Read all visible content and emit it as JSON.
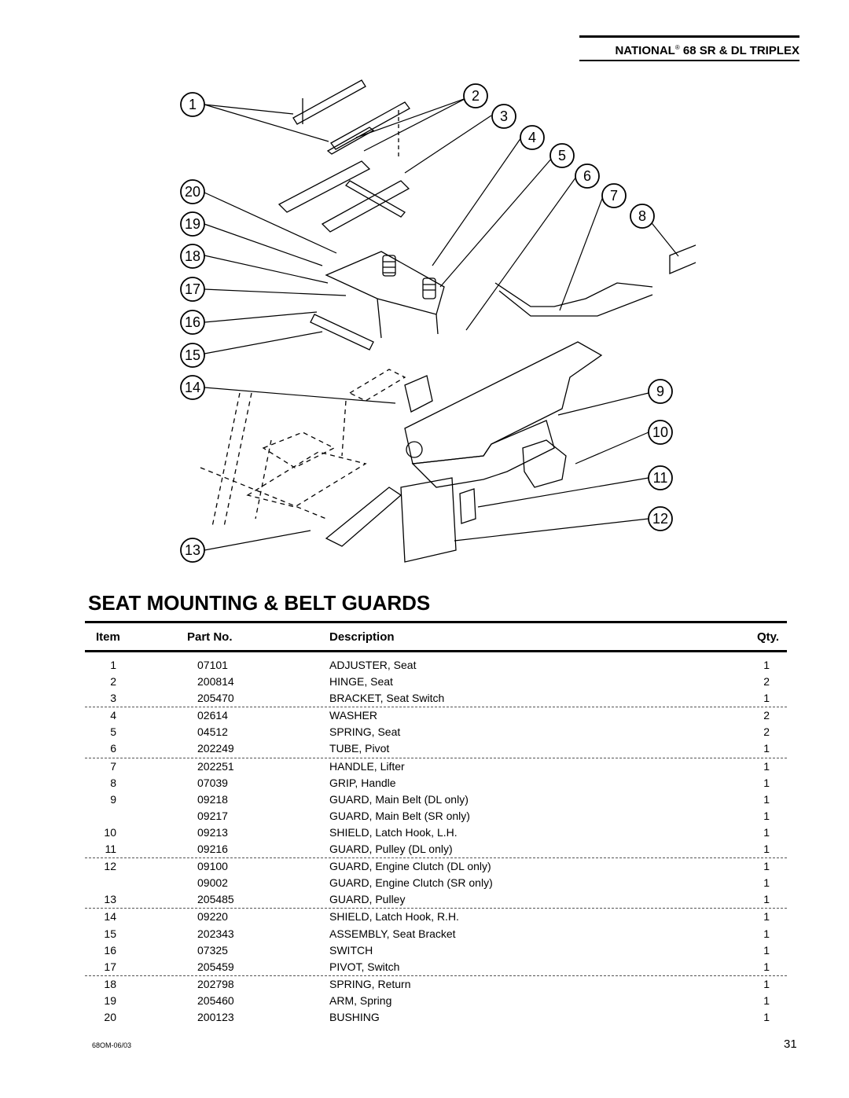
{
  "header": {
    "brand": "NATIONAL",
    "reg_mark": "®",
    "model": "68 SR & DL TRIPLEX"
  },
  "section_title": "SEAT MOUNTING & BELT GUARDS",
  "table": {
    "columns": [
      "Item",
      "Part No.",
      "Description",
      "Qty."
    ],
    "rows": [
      {
        "item": "1",
        "part": "07101",
        "desc": "ADJUSTER, Seat",
        "qty": "1"
      },
      {
        "item": "2",
        "part": "200814",
        "desc": "HINGE,  Seat",
        "qty": "2"
      },
      {
        "item": "3",
        "part": "205470",
        "desc": "BRACKET, Seat Switch",
        "qty": "1"
      },
      {
        "item": "4",
        "part": "02614",
        "desc": "WASHER",
        "qty": "2"
      },
      {
        "item": "5",
        "part": "04512",
        "desc": "SPRING, Seat",
        "qty": "2"
      },
      {
        "item": "6",
        "part": "202249",
        "desc": "TUBE, Pivot",
        "qty": "1"
      },
      {
        "item": "7",
        "part": "202251",
        "desc": "HANDLE, Lifter",
        "qty": "1"
      },
      {
        "item": "8",
        "part": "07039",
        "desc": "GRIP, Handle",
        "qty": "1"
      },
      {
        "item": "9",
        "part": "09218",
        "desc": "GUARD, Main Belt (DL only)",
        "qty": "1"
      },
      {
        "item": "",
        "part": "09217",
        "desc": "GUARD, Main Belt (SR only)",
        "qty": "1"
      },
      {
        "item": "10",
        "part": "09213",
        "desc": "SHIELD, Latch Hook, L.H.",
        "qty": "1"
      },
      {
        "item": "11",
        "part": "09216",
        "desc": "GUARD, Pulley (DL only)",
        "qty": "1"
      },
      {
        "item": "12",
        "part": "09100",
        "desc": "GUARD, Engine Clutch (DL only)",
        "qty": "1"
      },
      {
        "item": "",
        "part": "09002",
        "desc": "GUARD, Engine Clutch (SR only)",
        "qty": "1"
      },
      {
        "item": "13",
        "part": "205485",
        "desc": "GUARD, Pulley",
        "qty": "1"
      },
      {
        "item": "14",
        "part": "09220",
        "desc": "SHIELD, Latch Hook, R.H.",
        "qty": "1"
      },
      {
        "item": "15",
        "part": "202343",
        "desc": "ASSEMBLY, Seat Bracket",
        "qty": "1"
      },
      {
        "item": "16",
        "part": "07325",
        "desc": "SWITCH",
        "qty": "1"
      },
      {
        "item": "17",
        "part": "205459",
        "desc": "PIVOT, Switch",
        "qty": "1"
      },
      {
        "item": "18",
        "part": "202798",
        "desc": "SPRING, Return",
        "qty": "1"
      },
      {
        "item": "19",
        "part": "205460",
        "desc": "ARM, Spring",
        "qty": "1"
      },
      {
        "item": "20",
        "part": "200123",
        "desc": "BUSHING",
        "qty": "1"
      }
    ]
  },
  "diagram_callouts": [
    "1",
    "2",
    "3",
    "4",
    "5",
    "6",
    "7",
    "8",
    "9",
    "10",
    "11",
    "12",
    "13",
    "14",
    "15",
    "16",
    "17",
    "18",
    "19",
    "20"
  ],
  "footer": {
    "doc_code": "68OM-06/03",
    "page_number": "31"
  }
}
